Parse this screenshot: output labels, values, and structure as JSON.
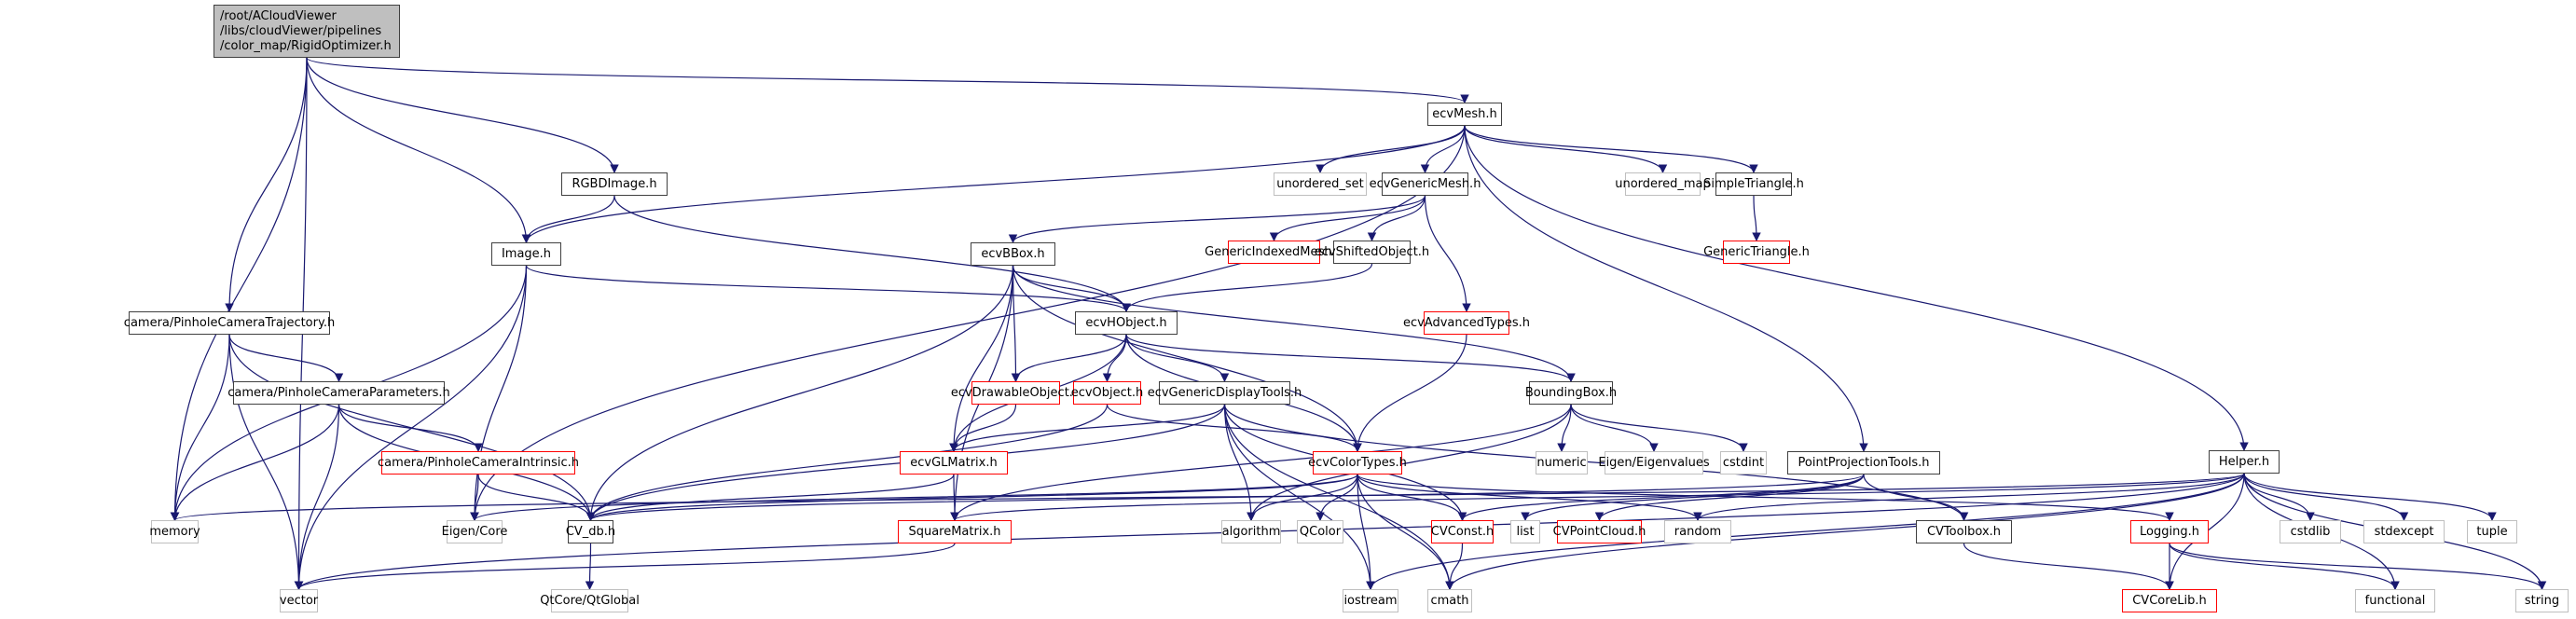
{
  "diagram": {
    "title": "Include dependency graph",
    "edge_color": "#191970",
    "legend": {
      "documented_border": "#404040",
      "truncated_border": "#ff0000",
      "external_border": "#bfbfbf",
      "root_fill": "#bfbfbf"
    },
    "nodes": [
      {
        "id": "root",
        "label": "/root/ACloudViewer\n/libs/cloudViewer/pipelines\n/color_map/RigidOptimizer.h",
        "kind": "root"
      },
      {
        "id": "ecvMesh",
        "label": "ecvMesh.h",
        "kind": "doc"
      },
      {
        "id": "RGBDImage",
        "label": "RGBDImage.h",
        "kind": "doc"
      },
      {
        "id": "Image",
        "label": "Image.h",
        "kind": "doc"
      },
      {
        "id": "PinholeCameraTrajectory",
        "label": "camera/PinholeCameraTrajectory.h",
        "kind": "doc"
      },
      {
        "id": "PinholeCameraParameters",
        "label": "camera/PinholeCameraParameters.h",
        "kind": "doc"
      },
      {
        "id": "PinholeCameraIntrinsic",
        "label": "camera/PinholeCameraIntrinsic.h",
        "kind": "trunc"
      },
      {
        "id": "memory",
        "label": "memory",
        "kind": "ext"
      },
      {
        "id": "vector",
        "label": "vector",
        "kind": "ext"
      },
      {
        "id": "EigenCore",
        "label": "Eigen/Core",
        "kind": "ext"
      },
      {
        "id": "CV_db",
        "label": "CV_db.h",
        "kind": "doc"
      },
      {
        "id": "QtGlobal",
        "label": "QtCore/QtGlobal",
        "kind": "ext"
      },
      {
        "id": "unordered_set",
        "label": "unordered_set",
        "kind": "ext"
      },
      {
        "id": "ecvGenericMesh",
        "label": "ecvGenericMesh.h",
        "kind": "doc"
      },
      {
        "id": "unordered_map",
        "label": "unordered_map",
        "kind": "ext"
      },
      {
        "id": "SimpleTriangle",
        "label": "SimpleTriangle.h",
        "kind": "doc"
      },
      {
        "id": "GenericTriangle",
        "label": "GenericTriangle.h",
        "kind": "trunc"
      },
      {
        "id": "ecvBBox",
        "label": "ecvBBox.h",
        "kind": "doc"
      },
      {
        "id": "GenericIndexedMesh",
        "label": "GenericIndexedMesh.h",
        "kind": "trunc"
      },
      {
        "id": "ecvShiftedObject",
        "label": "ecvShiftedObject.h",
        "kind": "doc"
      },
      {
        "id": "ecvAdvancedTypes",
        "label": "ecvAdvancedTypes.h",
        "kind": "trunc"
      },
      {
        "id": "ecvHObject",
        "label": "ecvHObject.h",
        "kind": "doc"
      },
      {
        "id": "ecvDrawableObject",
        "label": "ecvDrawableObject.h",
        "kind": "trunc"
      },
      {
        "id": "ecvObject",
        "label": "ecvObject.h",
        "kind": "trunc"
      },
      {
        "id": "ecvGenericDisplayTools",
        "label": "ecvGenericDisplayTools.h",
        "kind": "doc"
      },
      {
        "id": "BoundingBox",
        "label": "BoundingBox.h",
        "kind": "doc"
      },
      {
        "id": "ecvGLMatrix",
        "label": "ecvGLMatrix.h",
        "kind": "trunc"
      },
      {
        "id": "ecvColorTypes",
        "label": "ecvColorTypes.h",
        "kind": "trunc"
      },
      {
        "id": "numeric",
        "label": "numeric",
        "kind": "ext"
      },
      {
        "id": "EigenEigenvalues",
        "label": "Eigen/Eigenvalues",
        "kind": "ext"
      },
      {
        "id": "cstdint",
        "label": "cstdint",
        "kind": "ext"
      },
      {
        "id": "PointProjectionTools",
        "label": "PointProjectionTools.h",
        "kind": "doc"
      },
      {
        "id": "Helper",
        "label": "Helper.h",
        "kind": "doc"
      },
      {
        "id": "SquareMatrix",
        "label": "SquareMatrix.h",
        "kind": "trunc"
      },
      {
        "id": "algorithm",
        "label": "algorithm",
        "kind": "ext"
      },
      {
        "id": "QColor",
        "label": "QColor",
        "kind": "ext"
      },
      {
        "id": "CVConst",
        "label": "CVConst.h",
        "kind": "trunc"
      },
      {
        "id": "list",
        "label": "list",
        "kind": "ext"
      },
      {
        "id": "CVPointCloud",
        "label": "CVPointCloud.h",
        "kind": "trunc"
      },
      {
        "id": "random",
        "label": "random",
        "kind": "ext"
      },
      {
        "id": "CVToolbox",
        "label": "CVToolbox.h",
        "kind": "doc"
      },
      {
        "id": "Logging",
        "label": "Logging.h",
        "kind": "trunc"
      },
      {
        "id": "cstdlib",
        "label": "cstdlib",
        "kind": "ext"
      },
      {
        "id": "stdexcept",
        "label": "stdexcept",
        "kind": "ext"
      },
      {
        "id": "tuple",
        "label": "tuple",
        "kind": "ext"
      },
      {
        "id": "iostream",
        "label": "iostream",
        "kind": "ext"
      },
      {
        "id": "cmath",
        "label": "cmath",
        "kind": "ext"
      },
      {
        "id": "CVCoreLib",
        "label": "CVCoreLib.h",
        "kind": "trunc"
      },
      {
        "id": "functional",
        "label": "functional",
        "kind": "ext"
      },
      {
        "id": "string",
        "label": "string",
        "kind": "ext"
      }
    ],
    "edges": [
      [
        "root",
        "vector"
      ],
      [
        "root",
        "memory"
      ],
      [
        "root",
        "PinholeCameraTrajectory"
      ],
      [
        "root",
        "Image"
      ],
      [
        "root",
        "RGBDImage"
      ],
      [
        "root",
        "ecvMesh"
      ],
      [
        "ecvMesh",
        "Image"
      ],
      [
        "ecvMesh",
        "EigenCore"
      ],
      [
        "ecvMesh",
        "unordered_set"
      ],
      [
        "ecvMesh",
        "ecvGenericMesh"
      ],
      [
        "ecvMesh",
        "unordered_map"
      ],
      [
        "ecvMesh",
        "SimpleTriangle"
      ],
      [
        "ecvMesh",
        "Helper"
      ],
      [
        "ecvMesh",
        "PointProjectionTools"
      ],
      [
        "RGBDImage",
        "Image"
      ],
      [
        "RGBDImage",
        "ecvHObject"
      ],
      [
        "Image",
        "ecvHObject"
      ],
      [
        "Image",
        "memory"
      ],
      [
        "Image",
        "vector"
      ],
      [
        "Image",
        "EigenCore"
      ],
      [
        "PinholeCameraTrajectory",
        "PinholeCameraParameters"
      ],
      [
        "PinholeCameraTrajectory",
        "memory"
      ],
      [
        "PinholeCameraTrajectory",
        "vector"
      ],
      [
        "PinholeCameraTrajectory",
        "CV_db"
      ],
      [
        "PinholeCameraParameters",
        "PinholeCameraIntrinsic"
      ],
      [
        "PinholeCameraParameters",
        "memory"
      ],
      [
        "PinholeCameraParameters",
        "vector"
      ],
      [
        "PinholeCameraParameters",
        "CV_db"
      ],
      [
        "PinholeCameraIntrinsic",
        "EigenCore"
      ],
      [
        "PinholeCameraIntrinsic",
        "CV_db"
      ],
      [
        "CV_db",
        "QtGlobal"
      ],
      [
        "ecvGenericMesh",
        "ecvBBox"
      ],
      [
        "ecvGenericMesh",
        "GenericIndexedMesh"
      ],
      [
        "ecvGenericMesh",
        "ecvShiftedObject"
      ],
      [
        "ecvGenericMesh",
        "ecvAdvancedTypes"
      ],
      [
        "SimpleTriangle",
        "GenericTriangle"
      ],
      [
        "ecvBBox",
        "ecvHObject"
      ],
      [
        "ecvBBox",
        "BoundingBox"
      ],
      [
        "ecvBBox",
        "ecvDrawableObject"
      ],
      [
        "ecvBBox",
        "ecvGLMatrix"
      ],
      [
        "ecvBBox",
        "CV_db"
      ],
      [
        "ecvBBox",
        "SquareMatrix"
      ],
      [
        "ecvBBox",
        "ecvColorTypes"
      ],
      [
        "ecvShiftedObject",
        "ecvHObject"
      ],
      [
        "ecvAdvancedTypes",
        "ecvColorTypes"
      ],
      [
        "ecvHObject",
        "ecvDrawableObject"
      ],
      [
        "ecvHObject",
        "ecvObject"
      ],
      [
        "ecvHObject",
        "ecvGenericDisplayTools"
      ],
      [
        "ecvHObject",
        "BoundingBox"
      ],
      [
        "ecvHObject",
        "ecvGLMatrix"
      ],
      [
        "ecvHObject",
        "ecvColorTypes"
      ],
      [
        "ecvDrawableObject",
        "ecvGLMatrix"
      ],
      [
        "ecvObject",
        "ecvColorTypes"
      ],
      [
        "ecvObject",
        "CV_db"
      ],
      [
        "ecvGenericDisplayTools",
        "ecvGLMatrix"
      ],
      [
        "ecvGenericDisplayTools",
        "CV_db"
      ],
      [
        "ecvGenericDisplayTools",
        "algorithm"
      ],
      [
        "ecvGenericDisplayTools",
        "iostream"
      ],
      [
        "ecvGenericDisplayTools",
        "cmath"
      ],
      [
        "ecvGenericDisplayTools",
        "CVConst"
      ],
      [
        "ecvGenericDisplayTools",
        "CVToolbox"
      ],
      [
        "BoundingBox",
        "numeric"
      ],
      [
        "BoundingBox",
        "EigenEigenvalues"
      ],
      [
        "BoundingBox",
        "cstdint"
      ],
      [
        "BoundingBox",
        "algorithm"
      ],
      [
        "BoundingBox",
        "SquareMatrix"
      ],
      [
        "ecvGLMatrix",
        "CV_db"
      ],
      [
        "ecvGLMatrix",
        "SquareMatrix"
      ],
      [
        "ecvColorTypes",
        "CV_db"
      ],
      [
        "ecvColorTypes",
        "EigenCore"
      ],
      [
        "ecvColorTypes",
        "algorithm"
      ],
      [
        "ecvColorTypes",
        "QColor"
      ],
      [
        "ecvColorTypes",
        "CVConst"
      ],
      [
        "ecvColorTypes",
        "iostream"
      ],
      [
        "ecvColorTypes",
        "cmath"
      ],
      [
        "ecvColorTypes",
        "random"
      ],
      [
        "ecvColorTypes",
        "Logging"
      ],
      [
        "PointProjectionTools",
        "CVConst"
      ],
      [
        "PointProjectionTools",
        "list"
      ],
      [
        "PointProjectionTools",
        "CVPointCloud"
      ],
      [
        "PointProjectionTools",
        "CVToolbox"
      ],
      [
        "PointProjectionTools",
        "CV_db"
      ],
      [
        "Helper",
        "cstdlib"
      ],
      [
        "Helper",
        "stdexcept"
      ],
      [
        "Helper",
        "tuple"
      ],
      [
        "Helper",
        "string"
      ],
      [
        "Helper",
        "functional"
      ],
      [
        "Helper",
        "CVCoreLib"
      ],
      [
        "Helper",
        "random"
      ],
      [
        "Helper",
        "memory"
      ],
      [
        "Helper",
        "vector"
      ],
      [
        "Helper",
        "iostream"
      ],
      [
        "Helper",
        "cmath"
      ],
      [
        "Helper",
        "SquareMatrix"
      ],
      [
        "SquareMatrix",
        "vector"
      ],
      [
        "CVConst",
        "cmath"
      ],
      [
        "CVToolbox",
        "CVCoreLib"
      ],
      [
        "Logging",
        "CVCoreLib"
      ],
      [
        "Logging",
        "functional"
      ],
      [
        "Logging",
        "string"
      ]
    ]
  }
}
